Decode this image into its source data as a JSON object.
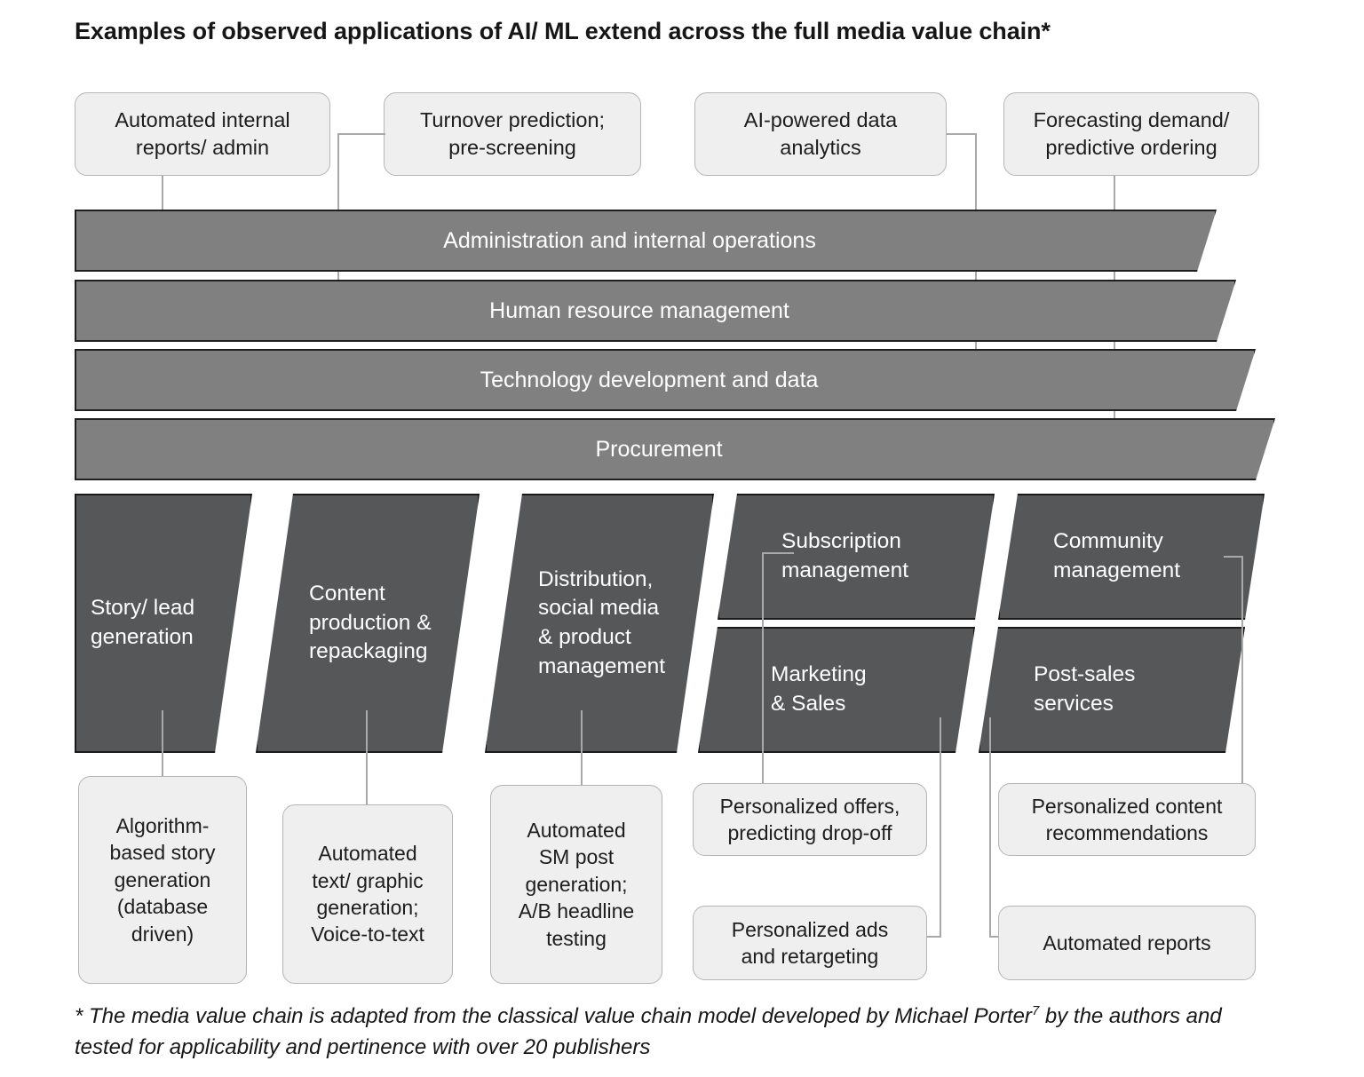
{
  "title": "Examples of observed applications of AI/ ML extend across the full media value chain*",
  "colors": {
    "support_bar_fill": "#808080",
    "primary_fill": "#555759",
    "callout_fill": "#efefef",
    "callout_border": "#b4b4b4",
    "connector": "#a9a9a9",
    "text_light": "#ffffff",
    "text_dark": "#1d1d1d",
    "background": "#ffffff"
  },
  "top_callouts": [
    {
      "text": "Automated internal\nreports/ admin"
    },
    {
      "text": "Turnover prediction;\npre-screening"
    },
    {
      "text": "AI-powered data\nanalytics"
    },
    {
      "text": "Forecasting demand/\npredictive ordering"
    }
  ],
  "support_activities": [
    {
      "label": "Administration and internal operations"
    },
    {
      "label": "Human resource management"
    },
    {
      "label": "Technology development and data"
    },
    {
      "label": "Procurement"
    }
  ],
  "primary_activities": [
    {
      "label": "Story/ lead\ngeneration"
    },
    {
      "label": "Content\nproduction &\nrepackaging"
    },
    {
      "label": "Distribution,\nsocial media\n& product\nmanagement"
    },
    {
      "label": "Subscription\nmanagement"
    },
    {
      "label": "Marketing\n& Sales"
    },
    {
      "label": "Community\nmanagement"
    },
    {
      "label": "Post-sales\nservices"
    }
  ],
  "bottom_callouts": [
    {
      "text": "Algorithm-\nbased story\ngeneration\n(database\ndriven)"
    },
    {
      "text": "Automated\ntext/ graphic\ngeneration;\nVoice-to-text"
    },
    {
      "text": "Automated\nSM post\ngeneration;\nA/B headline\ntesting"
    },
    {
      "text": "Personalized offers,\npredicting drop-off"
    },
    {
      "text": "Personalized content\nrecommendations"
    },
    {
      "text": "Personalized ads\nand retargeting"
    },
    {
      "text": "Automated reports"
    }
  ],
  "footnote": {
    "part1": "* The media value chain is adapted from the classical value chain model developed by Michael Porter",
    "superscript": "7",
    "part2": " by the authors and tested for applicability and pertinence with over 20 publishers"
  }
}
